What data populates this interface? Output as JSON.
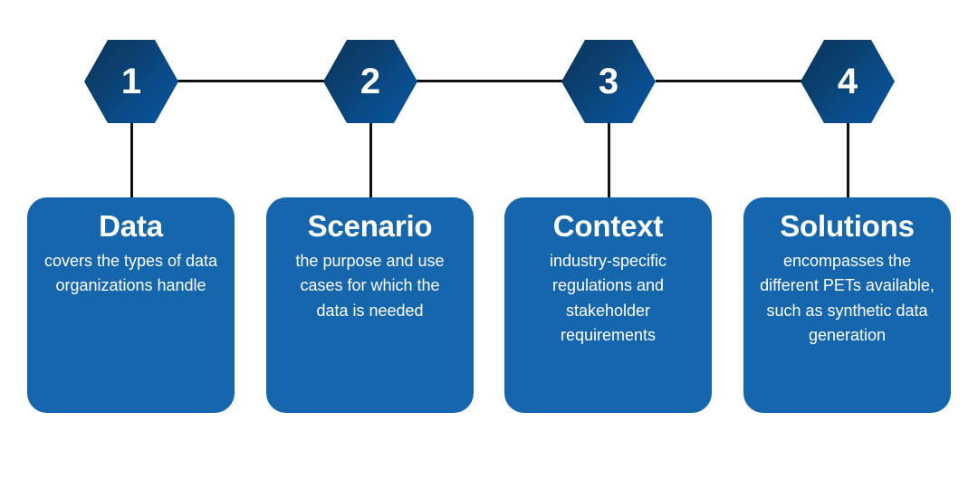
{
  "diagram": {
    "type": "horizontal-4-step-process",
    "background_color": "#ffffff",
    "accent_colors": {
      "card_blue": "#1566ac",
      "hex_gradient_dark": "#0a3760",
      "hex_gradient_light": "#05559e",
      "connector_line": "#111111",
      "text": "#ffffff"
    },
    "steps": [
      {
        "number": "1",
        "title": "Data",
        "description": "covers the types of data organizations handle"
      },
      {
        "number": "2",
        "title": "Scenario",
        "description": "the purpose and use cases for which the data is needed"
      },
      {
        "number": "3",
        "title": "Context",
        "description": "industry-specific regulations and stakeholder requirements"
      },
      {
        "number": "4",
        "title": "Solutions",
        "description": "encompasses the different PETs available, such as synthetic data generation"
      }
    ]
  }
}
